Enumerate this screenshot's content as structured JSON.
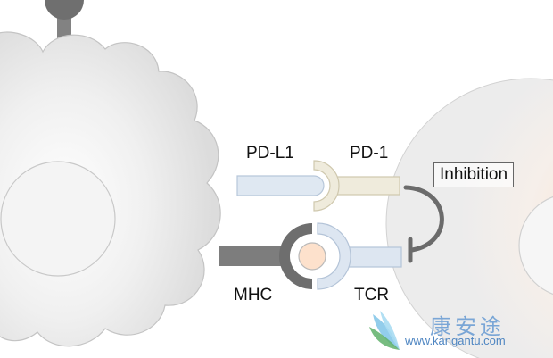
{
  "labels": {
    "pdl1": "PD-L1",
    "pd1": "PD-1",
    "mhc": "MHC",
    "tcr": "TCR",
    "inhibition": "Inhibition"
  },
  "watermark": {
    "chinese": "康安途",
    "url": "www.kangantu.com"
  },
  "colors": {
    "left_cell": "#e2e2e2",
    "left_nucleus": "#f3f3f3",
    "right_cell_glow": "#fbe7d6",
    "right_nucleus": "#f5f5f5",
    "pdl1": "#d8e3ef",
    "pd1": "#ebe7d6",
    "tcr": "#dbe5f0",
    "mhc": "#7a7a7a",
    "antigen": "#fde1cc",
    "inhibition_arc": "#6b6b6b"
  }
}
